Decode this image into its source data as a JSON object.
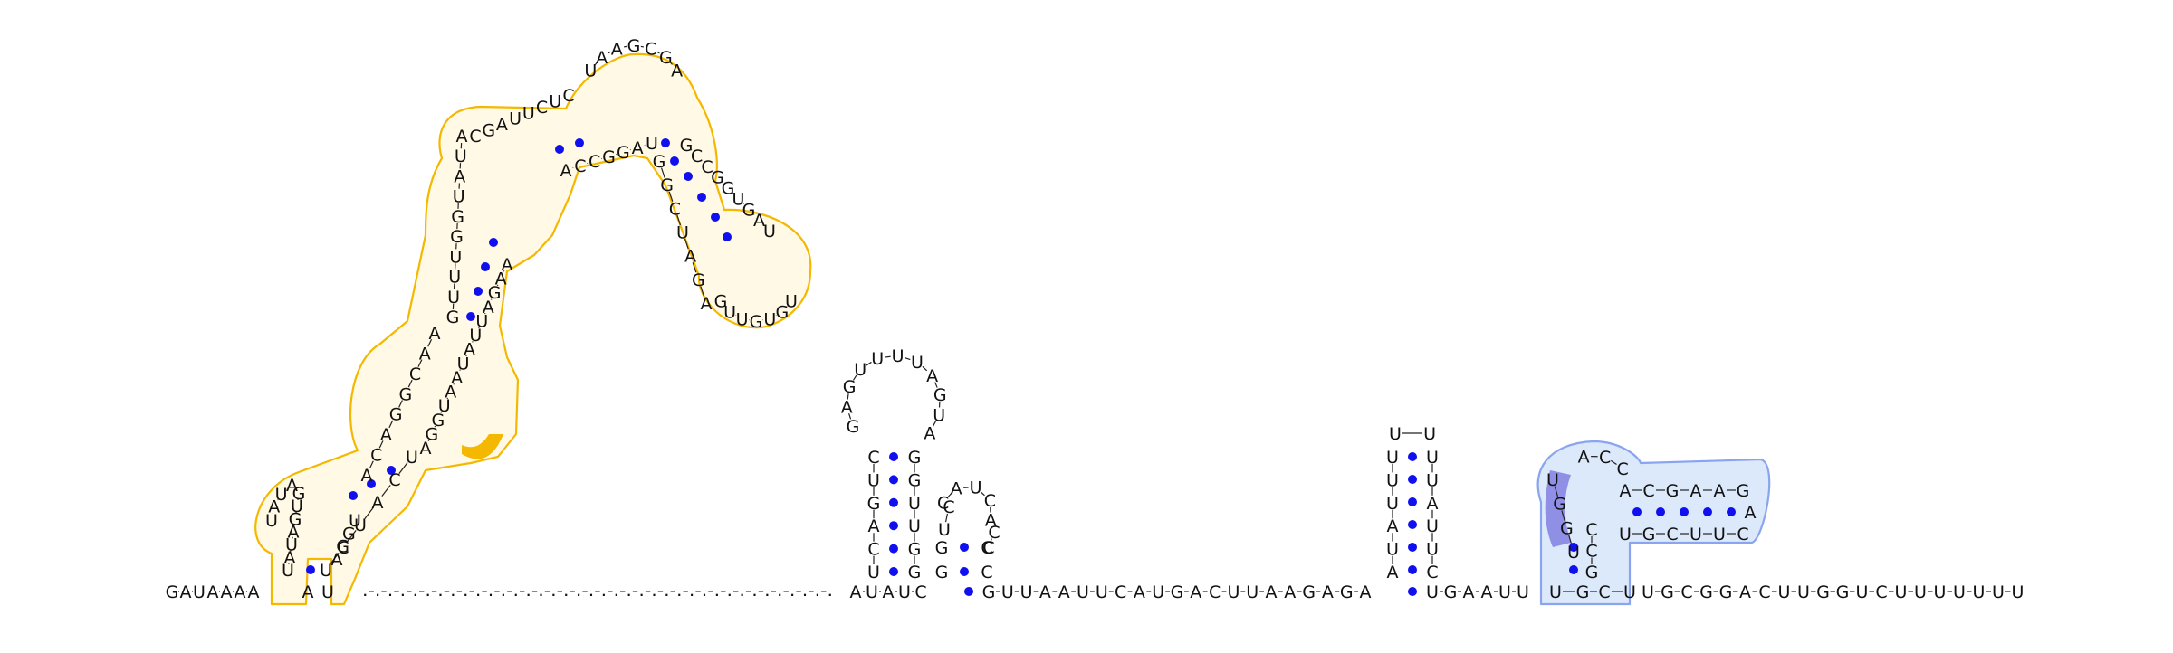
{
  "colors": {
    "pair_dot": "#1010ee",
    "backbone": "#222222",
    "region_a_fill": "#fff9e6",
    "region_a_stroke": "#f5b800",
    "region_a_highlight": "#f5b800",
    "region_b_fill": "#dce9fb",
    "region_b_stroke": "#8aa4f0",
    "region_b_highlight": "#8f8fe6"
  },
  "region_a": {
    "left_leg": [
      "U",
      "A",
      "U",
      "A",
      "G",
      "U",
      "G"
    ],
    "right_leg_top": [
      "U",
      "C",
      "U",
      "A",
      "C",
      "U"
    ],
    "right_leg_bottom": [
      "A",
      "G",
      "G",
      "U"
    ],
    "small_loop": [
      "U",
      "A",
      "U",
      "A"
    ],
    "left_helix": [
      "A",
      "C",
      "A",
      "G",
      "G",
      "C",
      "A",
      "A"
    ],
    "mid_right": [
      "A",
      "G",
      "G",
      "U",
      "A",
      "A",
      "U",
      "A",
      "U",
      "U",
      "A",
      "G",
      "A",
      "A"
    ],
    "mid_left": [
      "G",
      "U",
      "U",
      "U",
      "G",
      "G",
      "U",
      "A",
      "U",
      "A"
    ],
    "top_left": [
      "C",
      "G",
      "A",
      "U",
      "U",
      "C",
      "U",
      "C"
    ],
    "top_loop": [
      "U",
      "A",
      "A",
      "G",
      "C",
      "G",
      "A"
    ],
    "inner_cross": [
      "A",
      "C",
      "C",
      "G",
      "G",
      "A",
      "U"
    ],
    "arm_left": [
      "G",
      "G",
      "C",
      "U",
      "A",
      "G",
      "A"
    ],
    "arm_right": [
      "G",
      "C",
      "C",
      "G",
      "G",
      "U",
      "G",
      "A",
      "U"
    ],
    "arm_loop": [
      "U",
      "G",
      "U",
      "G",
      "U",
      "U",
      "G"
    ],
    "ends": [
      "A",
      "U"
    ]
  },
  "sequence_prefix": [
    "G",
    "A",
    "U",
    "A",
    "A",
    "A",
    "A"
  ],
  "dotted_gap": ".-.-.-.-.-.-.-.-.-.-.-.-.-.-.-.-.-.-.-.-.-.-.-.-.-.-.-.-.-.-.-.-.-.-.-.-.-.",
  "hairpin1": {
    "base": [
      "A",
      "U",
      "A",
      "U",
      "C"
    ],
    "left": [
      "U",
      "C",
      "A",
      "G",
      "U",
      "C"
    ],
    "right": [
      "G",
      "G",
      "U",
      "U",
      "G",
      "G"
    ],
    "loop": [
      "G",
      "A",
      "G",
      "U",
      "U",
      "U",
      "U",
      "A",
      "G",
      "U",
      "A"
    ]
  },
  "hairpin2": {
    "left": [
      "U",
      "C"
    ],
    "loop": [
      "C",
      "A",
      "U",
      "C",
      "A"
    ],
    "right": [
      "C",
      "C"
    ],
    "stem": [
      "G",
      "C",
      "G",
      "C"
    ]
  },
  "linker1": [
    "G",
    "U",
    "U",
    "A",
    "A",
    "U",
    "U",
    "C",
    "A",
    "U",
    "G",
    "A",
    "C",
    "U",
    "U",
    "A",
    "A",
    "G",
    "A",
    "G",
    "A"
  ],
  "hairpin3": {
    "left": [
      "A",
      "U",
      "A",
      "U",
      "U",
      "U"
    ],
    "right": [
      "C",
      "U",
      "U",
      "A",
      "U",
      "U"
    ],
    "loop": [
      "U",
      "U"
    ]
  },
  "linker2": [
    "U",
    "G",
    "A",
    "A",
    "U",
    "U"
  ],
  "region_b": {
    "stem_left": [
      "U",
      "G",
      "G",
      "U"
    ],
    "stem_right": [
      "G",
      "C",
      "C",
      "C"
    ],
    "loop": [
      "A",
      "C",
      "C"
    ],
    "arm_top": [
      "A",
      "C",
      "G",
      "A",
      "A",
      "G"
    ],
    "arm_bottom": [
      "U",
      "G",
      "C",
      "U",
      "U",
      "C"
    ],
    "arm_end": [
      "A"
    ],
    "foot": [
      "U",
      "G",
      "C",
      "U"
    ]
  },
  "sequence_tail": [
    "U",
    "G",
    "C",
    "G",
    "G",
    "A",
    "C",
    "U",
    "U",
    "G",
    "G",
    "U",
    "C",
    "U",
    "U",
    "U",
    "U",
    "U",
    "U",
    "U"
  ]
}
